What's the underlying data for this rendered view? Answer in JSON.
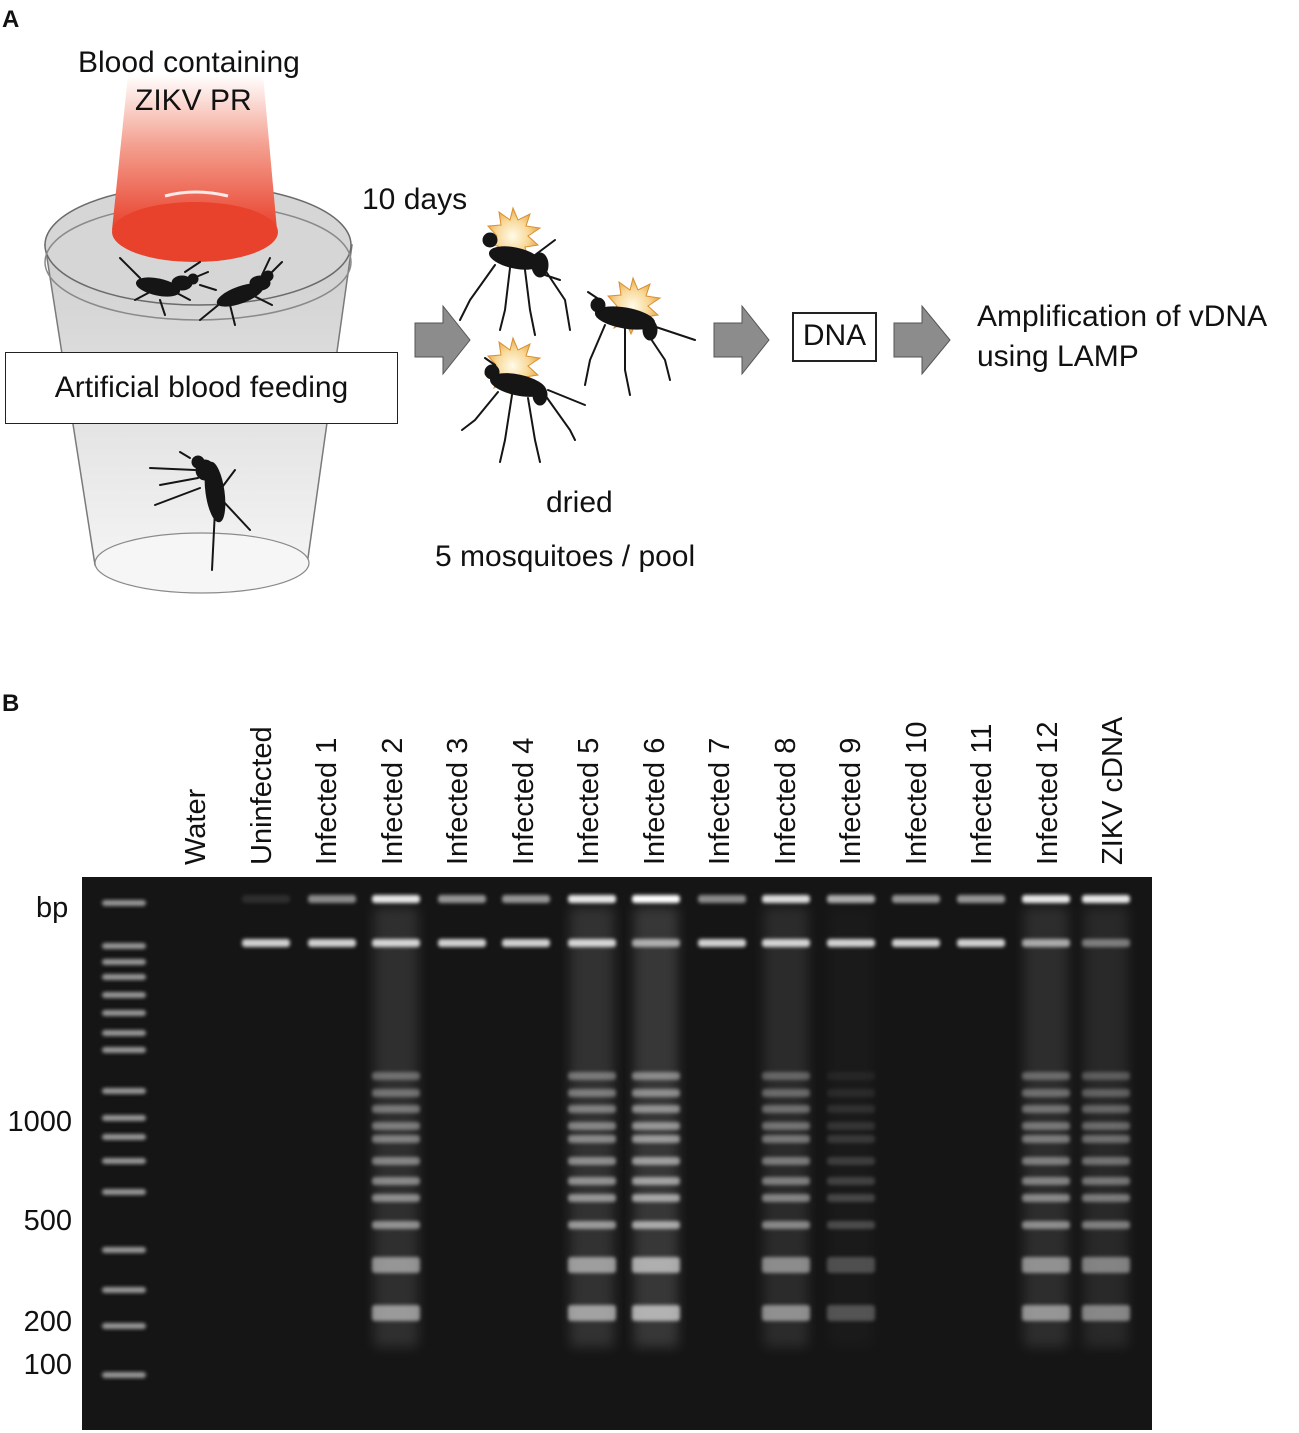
{
  "panel_a": {
    "letter": "A",
    "blood_label_line1": "Blood containing",
    "blood_label_line2": "ZIKV PR",
    "feeding_label": "Artificial blood feeding",
    "days_label": "10 days",
    "dried_label": "dried",
    "pool_label": "5 mosquitoes / pool",
    "dna_label": "DNA",
    "amp_line1": "Amplification of vDNA",
    "amp_line2": "using  LAMP",
    "colors": {
      "blood": "#e8412c",
      "arrow": "#8c8c8c",
      "burst": "#f0c070"
    }
  },
  "panel_b": {
    "letter": "B",
    "unit_label": "bp",
    "ladder_labels": [
      "1000",
      "500",
      "200",
      "100"
    ],
    "lanes": [
      {
        "label": "Water"
      },
      {
        "label": "Uninfected"
      },
      {
        "label": "Infected 1"
      },
      {
        "label": "Infected 2"
      },
      {
        "label": "Infected 3"
      },
      {
        "label": "Infected 4"
      },
      {
        "label": "Infected 5"
      },
      {
        "label": "Infected 6"
      },
      {
        "label": "Infected 7"
      },
      {
        "label": "Infected 8"
      },
      {
        "label": "Infected 9"
      },
      {
        "label": "Infected 10"
      },
      {
        "label": "Infected 11"
      },
      {
        "label": "Infected 12"
      },
      {
        "label": "ZIKV cDNA"
      }
    ]
  }
}
